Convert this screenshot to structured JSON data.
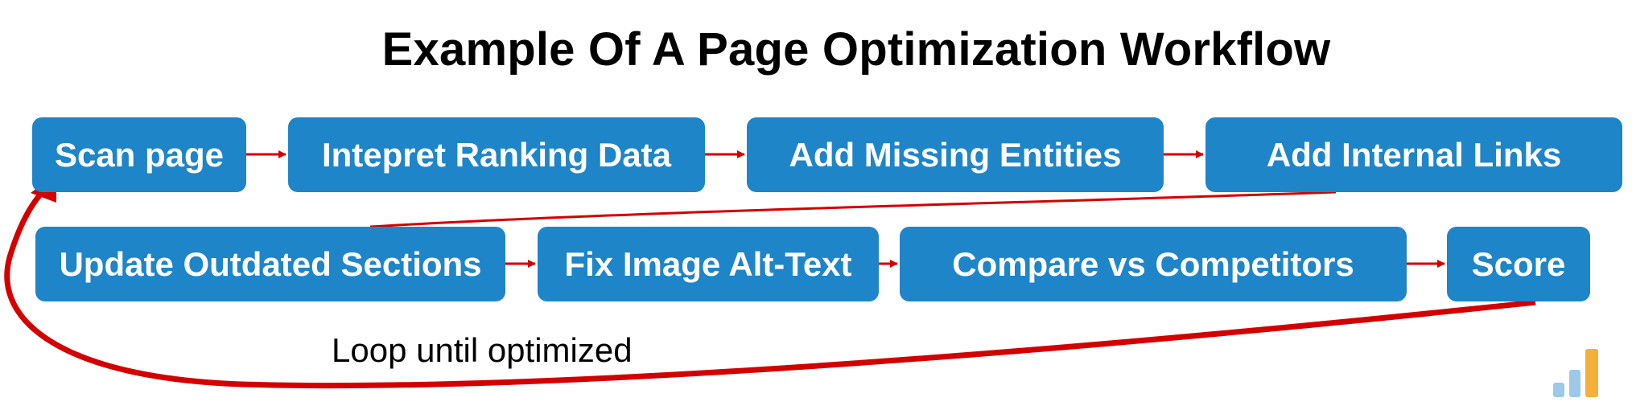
{
  "title": "Example Of A Page Optimization Workflow",
  "steps": [
    {
      "label": "Scan page"
    },
    {
      "label": "Intepret Ranking Data"
    },
    {
      "label": "Add Missing Entities"
    },
    {
      "label": "Add Internal Links"
    },
    {
      "label": "Update Outdated Sections"
    },
    {
      "label": "Fix Image Alt-Text"
    },
    {
      "label": "Compare vs Competitors"
    },
    {
      "label": "Score"
    }
  ],
  "loop_label": "Loop until optimized",
  "colors": {
    "box": "#1e85c8",
    "arrow": "#d40000",
    "logo_blue": "#9cc8ea",
    "logo_orange": "#f5b03a"
  },
  "icons": {
    "logo": "bar-chart-logo"
  }
}
